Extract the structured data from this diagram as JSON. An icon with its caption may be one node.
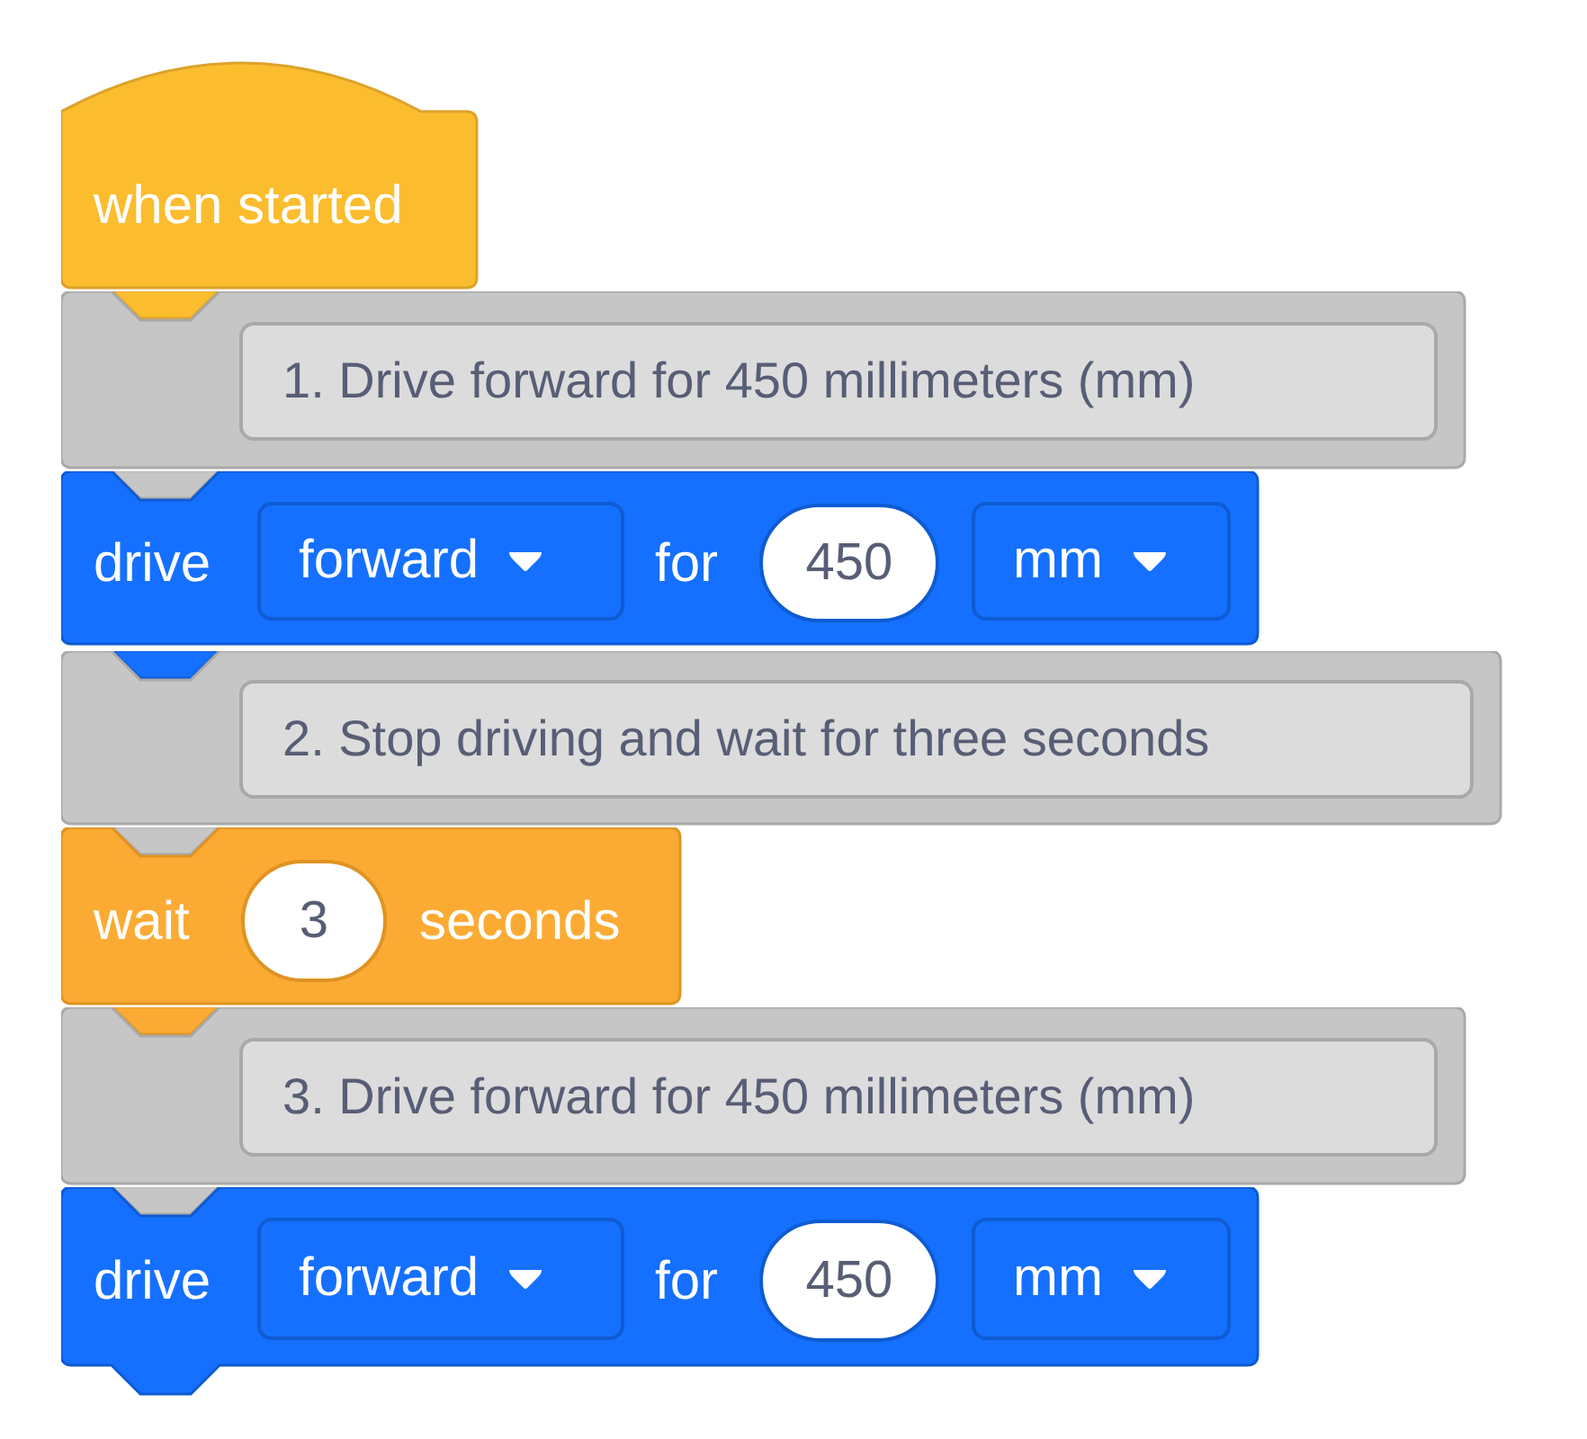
{
  "diagram": {
    "nodes": [
      {
        "text": [
          "when started"
        ]
      },
      {
        "text": [],
        "shape": "box"
      },
      {
        "text": [
          "1. Drive forward for 450 millimeters (mm)"
        ],
        "in": 1
      },
      {
        "text": [
          "drive",
          "for"
        ]
      },
      {
        "text": [
          "forward"
        ],
        "in": 3
      },
      {
        "text": [
          "450"
        ],
        "in": 3
      },
      {
        "text": [
          "mm"
        ],
        "in": 3
      },
      {
        "text": [],
        "shape": "box"
      },
      {
        "text": [
          "2. Stop driving and wait for three seconds"
        ],
        "in": 7
      },
      {
        "text": [
          "wait",
          "seconds"
        ]
      },
      {
        "text": [
          "3"
        ],
        "in": 9
      },
      {
        "text": [],
        "shape": "box"
      },
      {
        "text": [
          "3. Drive forward for 450 millimeters (mm)"
        ],
        "in": 11
      },
      {
        "text": [
          "drive",
          "for"
        ]
      },
      {
        "text": [
          "forward"
        ],
        "in": 13
      },
      {
        "text": [
          "450"
        ],
        "in": 13
      },
      {
        "text": [
          "mm"
        ],
        "in": 13
      }
    ]
  }
}
